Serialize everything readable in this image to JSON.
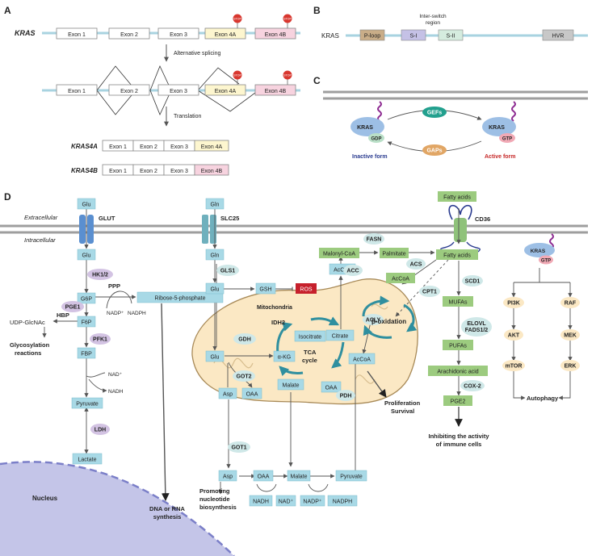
{
  "colors": {
    "membrane": "#9e9e9e",
    "metabolite_box": "#a8d9e6",
    "metabolite_border": "#7bbccc",
    "enzyme_oval": "#cfe8e8",
    "purple_oval": "#d3c3e3",
    "pink_oval": "#f2b5b5",
    "green_box": "#9ccb7f",
    "mito_fill": "#fbe8c4",
    "mito_stroke": "#a88a58",
    "cycle_arrow": "#2f8f9f",
    "ros": "#c6202c",
    "nucleus": "#c4c5e8",
    "exon_4a": "#fdf6cf",
    "exon_4b": "#f7d3df",
    "ploop": "#c9ad88",
    "switch1": "#c5c1e6",
    "switch2": "#d5ecdf",
    "hvr": "#c8c8c8",
    "gef": "#22a08e",
    "gap": "#e1a665",
    "kras_protein": "#9dbfe5",
    "gdp": "#b9dfc7",
    "gtp": "#f1a9b5",
    "inactive_text": "#2a3b8f",
    "active_text": "#c62828",
    "stop": "#d8372f",
    "glut": "#5a8fd0",
    "slc25": "#6fb0bd",
    "cd36": "#8fc27a",
    "lipid_tail": "#5b2a86",
    "kras_tail": "#8e2c92"
  },
  "panel_a": {
    "label": "A",
    "gene": "KRAS",
    "exons": [
      "Exon 1",
      "Exon 2",
      "Exon 3",
      "Exon 4A",
      "Exon 4B"
    ],
    "stop": "STOP",
    "alt_splicing": "Alternative splicing",
    "translation": "Translation",
    "isoform_a": "KRAS4A",
    "isoform_b": "KRAS4B"
  },
  "panel_b": {
    "label": "B",
    "protein": "KRAS",
    "ploop": "P-loop",
    "switch1": "S-I",
    "switch2": "S-II",
    "hvr": "HVR",
    "inter_line1": "Inter-switch",
    "inter_line2": "region"
  },
  "panel_c": {
    "label": "C",
    "gefs": "GEFs",
    "gaps": "GAPs",
    "kras": "KRAS",
    "gdp": "GDP",
    "gtp": "GTP",
    "inactive": "Inactive form",
    "active": "Active form"
  },
  "panel_d": {
    "label": "D",
    "extracellular": "Extracellular",
    "intracellular": "Intracellular",
    "glut": "GLUT",
    "slc25": "SLC25",
    "cd36": "CD36",
    "glu_in": "Glu",
    "glu": "Glu",
    "hk": "HK1/2",
    "g6p": "G6P",
    "ppp": "PPP",
    "r5p": "Ribose-5-phosphate",
    "nadp_plus": "NADP⁺",
    "nadph": "NADPH",
    "pge1": "PGE1",
    "hbp": "HBP",
    "udp": "UDP-GlcNAc",
    "f6p": "F6P",
    "pfk1": "PFK1",
    "glyco_line1": "Glycosylation",
    "glyco_line2": "reactions",
    "fbp": "FBP",
    "nad_plus": "NAD⁺",
    "nadh": "NADH",
    "pyruvate": "Pyruvate",
    "ldh": "LDH",
    "lactate": "Lactate",
    "nucleus": "Nucleus",
    "dna_line1": "DNA or RNA",
    "dna_line2": "synthesis",
    "gln_out": "Gln",
    "gln": "Gln",
    "gls1": "GLS1",
    "glu2": "Glu",
    "gsh": "GSH",
    "ros": "ROS",
    "mito": "Mitochondria",
    "glu_m": "Glu",
    "gdh": "GDH",
    "got2": "GOT2",
    "akg": "α-KG",
    "idh2": "IDH2",
    "isocitrate": "Isocitrate",
    "tca_line1": "TCA",
    "tca_line2": "cycle",
    "citrate": "Citrate",
    "acly": "ACLY",
    "malate_m": "Malate",
    "oaa_m": "OAA",
    "acoa_m": "AcCoA",
    "pdh": "PDH",
    "asp_m": "Asp",
    "oaa_m2": "OAA",
    "beta": "β-oxidation",
    "cpt1": "CPT1",
    "prolif_line1": "Proliferation",
    "prolif_line2": "Survival",
    "got1": "GOT1",
    "asp": "Asp",
    "oaa": "OAA",
    "malate": "Malate",
    "pyruvate2": "Pyruvate",
    "nadh2": "NADH",
    "nad2": "NAD⁺",
    "nadp2": "NADP⁺",
    "nadph2": "NADPH",
    "promo_line1": "Promoting",
    "promo_line2": "nucleotide",
    "promo_line3": "biosynthesis",
    "acoa_top": "AcCoA",
    "acc": "ACC",
    "malonyl": "Malonyl-CoA",
    "fasn": "FASN",
    "palmitate": "Palmitate",
    "acs": "ACS",
    "acoa2": "AcCoA",
    "fa_out": "Fatty acids",
    "fa_in": "Fatty acids",
    "scd1": "SCD1",
    "mufas": "MUFAs",
    "elovl_line1": "ELOVL",
    "elovl_line2": "FADS1/2",
    "pufas": "PUFAs",
    "arach": "Arachidonic acid",
    "cox2": "COX-2",
    "pge2": "PGE2",
    "inhib_line1": "Inhibiting the activity",
    "inhib_line2": "of immune cells",
    "kras": "KRAS",
    "gtp": "GTP",
    "pi3k": "PI3K",
    "akt": "AKT",
    "mtor": "mTOR",
    "raf": "RAF",
    "mek": "MEK",
    "erk": "ERK",
    "autophagy": "Autophagy"
  }
}
